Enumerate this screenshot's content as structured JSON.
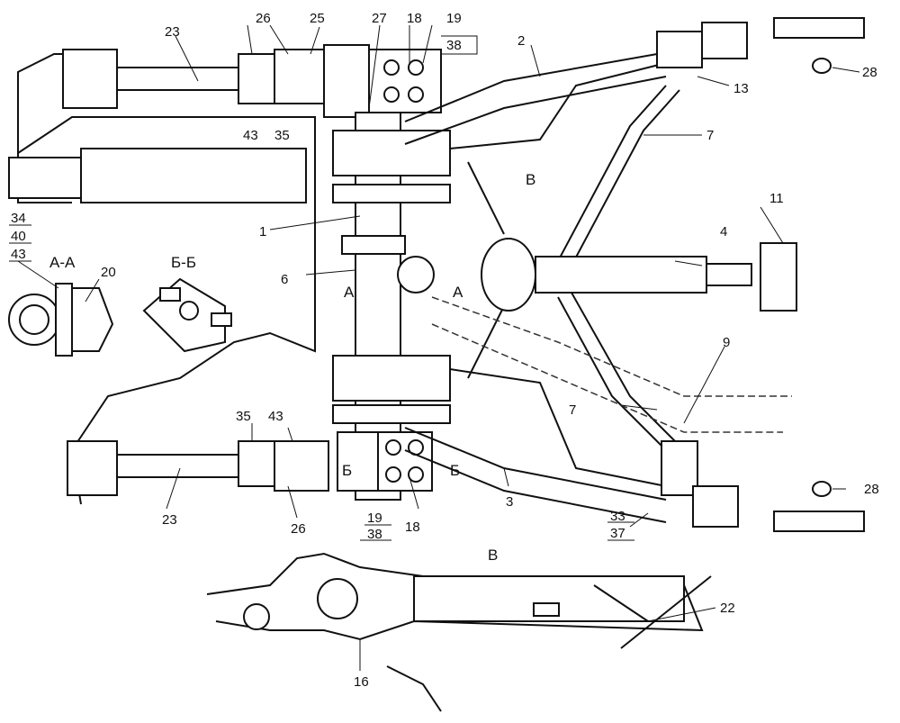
{
  "labels": {
    "l23a": "23",
    "l26a": "26",
    "l25": "25",
    "l27": "27",
    "l18a": "18",
    "l19a": "19",
    "l38a": "38",
    "l2": "2",
    "l13": "13",
    "l28a": "28",
    "l43a": "43",
    "l35a": "35",
    "l7a": "7",
    "lBarrow": "В",
    "l1": "1",
    "l11": "11",
    "l4": "4",
    "l34": "34",
    "l40": "40",
    "l43b": "43",
    "l20": "20",
    "secAA": "А-А",
    "secBB": "Б-Б",
    "l6": "6",
    "lA1": "А",
    "lA2": "А",
    "l9": "9",
    "l7b": "7",
    "l35b": "35",
    "l43c": "43",
    "l23b": "23",
    "l26b": "26",
    "l19b": "19",
    "l38b": "38",
    "l18b": "18",
    "lB1": "Б",
    "lB2": "Б",
    "l3": "3",
    "l33": "33",
    "l37": "37",
    "l28b": "28",
    "viewV": "В",
    "l22": "22",
    "l16": "16"
  }
}
